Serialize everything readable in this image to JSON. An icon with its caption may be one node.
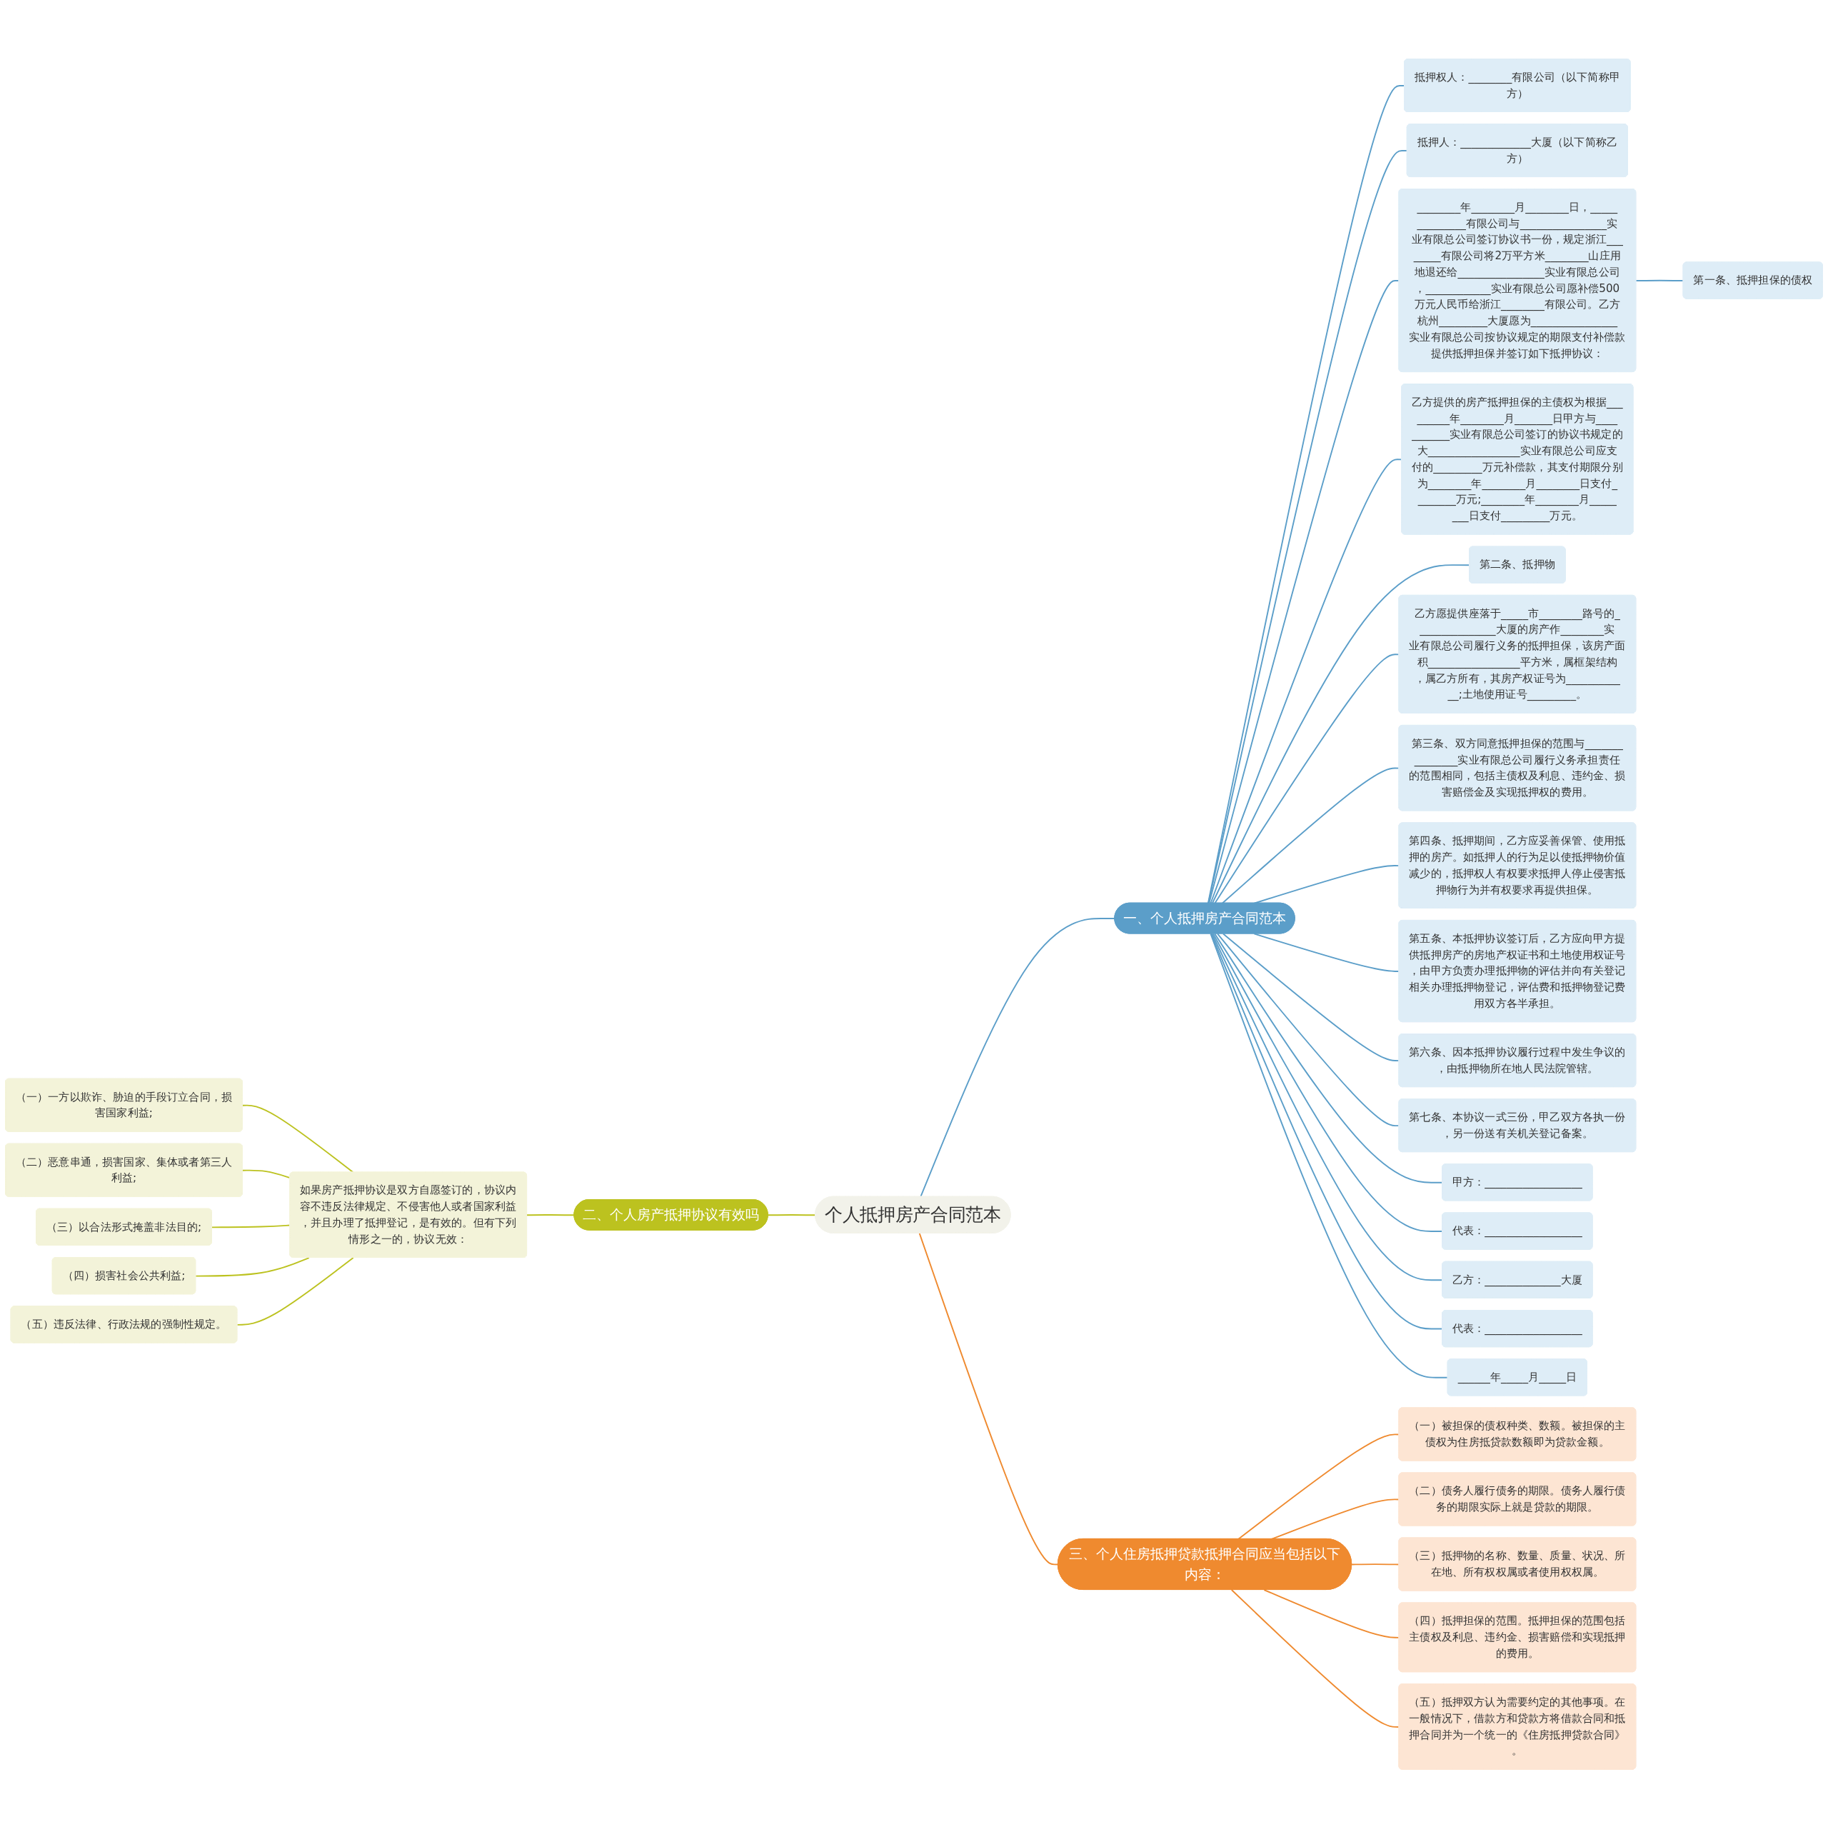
{
  "diagram": {
    "nodes": [
      {
        "text": [
          "个人抵押房产合同范本"
        ]
      },
      {
        "text": [
          "一、个人抵押房产合同范本"
        ]
      },
      {
        "text": [
          "抵押权人：________有限公司（以下简称甲方）"
        ]
      },
      {
        "text": [
          "抵押人：_____________大厦（以下简称乙方）"
        ]
      },
      {
        "text": [
          "________年________月________日，______________有限公司与________________实业有限总公司签订协议书一份，规定浙江________有限公司将2万平方米________山庄用地退还给________________实业有限总公司，____________实业有限总公司愿补偿500万元人民币给浙江________有限公司。乙方杭州_________大厦愿为________________实业有限总公司按协议规定的期限支付补偿款提供抵押担保并签订如下抵押协议："
        ]
      },
      {
        "text": [
          "第一条、抵押担保的债权"
        ]
      },
      {
        "text": [
          "乙方提供的房产抵押担保的主债权为根据_________年________月_______日甲方与___________实业有限总公司签订的协议书规定的大_________________实业有限总公司应支付的_________万元补偿款，其支付期限分别为________年________月________日支付________万元;________年________月________日支付_________万元。"
        ]
      },
      {
        "text": [
          "第二条、抵押物"
        ]
      },
      {
        "text": [
          "乙方愿提供座落于_____市________路号的_______________大厦的房产作________实业有限总公司履行义务的抵押担保，该房产面积_________________平方米，属框架结构，属乙方所有，其房产权证号为____________;土地使用证号_________。"
        ]
      },
      {
        "text": [
          "第三条、双方同意抵押担保的范围与_______________实业有限总公司履行义务承担责任的范围相同，包括主债权及利息、违约金、损害赔偿金及实现抵押权的费用。"
        ]
      },
      {
        "text": [
          "第四条、抵押期间，乙方应妥善保管、使用抵押的房产。如抵押人的行为足以使抵押物价值减少的，抵押权人有权要求抵押人停止侵害抵押物行为并有权要求再提供担保。"
        ]
      },
      {
        "text": [
          "第五条、本抵押协议签订后，乙方应向甲方提供抵押房产的房地产权证书和土地使用权证号，由甲方负责办理抵押物的评估并向有关登记相关办理抵押物登记，评估费和抵押物登记费用双方各半承担。"
        ]
      },
      {
        "text": [
          "第六条、因本抵押协议履行过程中发生争议的，由抵押物所在地人民法院管辖。"
        ]
      },
      {
        "text": [
          "第七条、本协议一式三份，甲乙双方各执一份，另一份送有关机关登记备案。"
        ]
      },
      {
        "text": [
          "甲方：__________________"
        ]
      },
      {
        "text": [
          "代表：__________________"
        ]
      },
      {
        "text": [
          "乙方：______________大厦"
        ]
      },
      {
        "text": [
          "代表：__________________"
        ]
      },
      {
        "text": [
          "______年_____月_____日"
        ]
      },
      {
        "text": [
          "二、个人房产抵押协议有效吗"
        ]
      },
      {
        "text": [
          "如果房产抵押协议是双方自愿签订的，协议内容不违反法律规定、不侵害他人或者国家利益，并且办理了抵押登记，是有效的。但有下列情形之一的，协议无效："
        ]
      },
      {
        "text": [
          "（一）一方以欺诈、胁迫的手段订立合同，损害国家利益;"
        ]
      },
      {
        "text": [
          "（二）恶意串通，损害国家、集体或者第三人利益;"
        ]
      },
      {
        "text": [
          "（三）以合法形式掩盖非法目的;"
        ]
      },
      {
        "text": [
          "（四）损害社会公共利益;"
        ]
      },
      {
        "text": [
          "（五）违反法律、行政法规的强制性规定。"
        ]
      },
      {
        "text": [
          "三、个人住房抵押贷款抵押合同应当包括以下内容："
        ]
      },
      {
        "text": [
          "（一）被担保的债权种类、数额。被担保的主债权为住房抵贷款数额即为贷款金额。"
        ]
      },
      {
        "text": [
          "（二）债务人履行债务的期限。债务人履行债务的期限实际上就是贷款的期限。"
        ]
      },
      {
        "text": [
          "（三）抵押物的名称、数量、质量、状况、所在地、所有权权属或者使用权权属。"
        ]
      },
      {
        "text": [
          "（四）抵押担保的范围。抵押担保的范围包括主债权及利息、违约金、损害赔偿和实现抵押的费用。"
        ]
      },
      {
        "text": [
          "（五）抵押双方认为需要约定的其他事项。在一般情况下，借款方和贷款方将借款合同和抵押合同并为一个统一的《住房抵押贷款合同》。"
        ]
      }
    ],
    "edges": [
      {
        "from": 0,
        "to": 1,
        "arrow": "none"
      },
      {
        "from": 1,
        "to": 2,
        "arrow": "none"
      },
      {
        "from": 1,
        "to": 3,
        "arrow": "none"
      },
      {
        "from": 1,
        "to": 4,
        "arrow": "none"
      },
      {
        "from": 4,
        "to": 5,
        "arrow": "none"
      },
      {
        "from": 1,
        "to": 6,
        "arrow": "none"
      },
      {
        "from": 1,
        "to": 7,
        "arrow": "none"
      },
      {
        "from": 1,
        "to": 8,
        "arrow": "none"
      },
      {
        "from": 1,
        "to": 9,
        "arrow": "none"
      },
      {
        "from": 1,
        "to": 10,
        "arrow": "none"
      },
      {
        "from": 1,
        "to": 11,
        "arrow": "none"
      },
      {
        "from": 1,
        "to": 12,
        "arrow": "none"
      },
      {
        "from": 1,
        "to": 13,
        "arrow": "none"
      },
      {
        "from": 1,
        "to": 14,
        "arrow": "none"
      },
      {
        "from": 1,
        "to": 15,
        "arrow": "none"
      },
      {
        "from": 1,
        "to": 16,
        "arrow": "none"
      },
      {
        "from": 1,
        "to": 17,
        "arrow": "none"
      },
      {
        "from": 1,
        "to": 18,
        "arrow": "none"
      },
      {
        "from": 0,
        "to": 19,
        "arrow": "none",
        "color": "#bcc21f"
      },
      {
        "from": 19,
        "to": 20,
        "arrow": "none",
        "color": "#bcc21f"
      },
      {
        "from": 20,
        "to": 21,
        "arrow": "none",
        "color": "#bcc21f"
      },
      {
        "from": 20,
        "to": 22,
        "arrow": "none",
        "color": "#bcc21f"
      },
      {
        "from": 20,
        "to": 23,
        "arrow": "none",
        "color": "#bcc21f"
      },
      {
        "from": 20,
        "to": 24,
        "arrow": "none",
        "color": "#bcc21f"
      },
      {
        "from": 20,
        "to": 25,
        "arrow": "none",
        "color": "#bcc21f"
      },
      {
        "from": 0,
        "to": 26,
        "arrow": "none",
        "color": "#ef8a2f"
      },
      {
        "from": 26,
        "to": 27,
        "arrow": "none",
        "color": "#ef8a2f"
      },
      {
        "from": 26,
        "to": 28,
        "arrow": "none",
        "color": "#ef8a2f"
      },
      {
        "from": 26,
        "to": 29,
        "arrow": "none",
        "color": "#ef8a2f"
      },
      {
        "from": 26,
        "to": 30,
        "arrow": "none",
        "color": "#ef8a2f"
      },
      {
        "from": 26,
        "to": 31,
        "arrow": "none",
        "color": "#ef8a2f"
      }
    ]
  }
}
